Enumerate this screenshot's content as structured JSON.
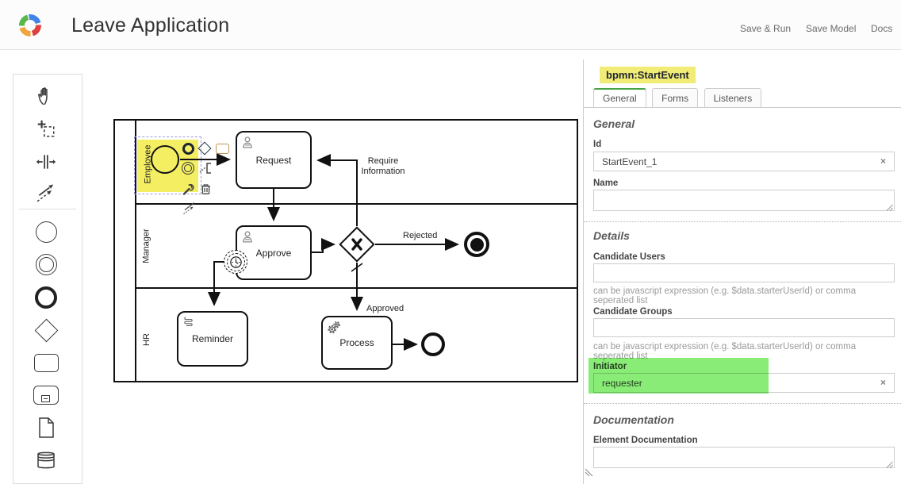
{
  "header": {
    "title": "Leave Application",
    "actions": [
      {
        "label": "Save & Run"
      },
      {
        "label": "Save Model"
      },
      {
        "label": "Docs"
      }
    ]
  },
  "canvas": {
    "lanes": [
      {
        "label": "Employee"
      },
      {
        "label": "Manager"
      },
      {
        "label": "HR"
      }
    ],
    "nodes": {
      "request": {
        "label": "Request"
      },
      "approve": {
        "label": "Approve"
      },
      "reminder": {
        "label": "Reminder"
      },
      "process": {
        "label": "Process"
      }
    },
    "flow_labels": {
      "require_information": "Require Information",
      "rejected": "Rejected",
      "approved": "Approved"
    }
  },
  "properties": {
    "selected_type": "bpmn:StartEvent",
    "tabs": [
      {
        "label": "General"
      },
      {
        "label": "Forms"
      },
      {
        "label": "Listeners"
      }
    ],
    "general": {
      "title": "General",
      "id_label": "Id",
      "id_value": "StartEvent_1",
      "name_label": "Name",
      "name_value": ""
    },
    "details": {
      "title": "Details",
      "candidate_users_label": "Candidate Users",
      "candidate_users_value": "",
      "candidate_users_hint": "can be javascript expression (e.g. $data.starterUserId) or comma seperated list",
      "candidate_groups_label": "Candidate Groups",
      "candidate_groups_value": "",
      "candidate_groups_hint": "can be javascript expression (e.g. $data.starterUserId) or comma seperated list",
      "initiator_label": "Initiator",
      "initiator_value": "requester"
    },
    "documentation": {
      "title": "Documentation",
      "element_documentation_label": "Element Documentation",
      "element_documentation_value": ""
    },
    "clear_icon": "×"
  },
  "colors": {
    "highlight_yellow": "#f3ee62",
    "highlight_green": "#62e64a",
    "tab_active_green": "#44a344",
    "selection_dash": "#9d9dde"
  }
}
